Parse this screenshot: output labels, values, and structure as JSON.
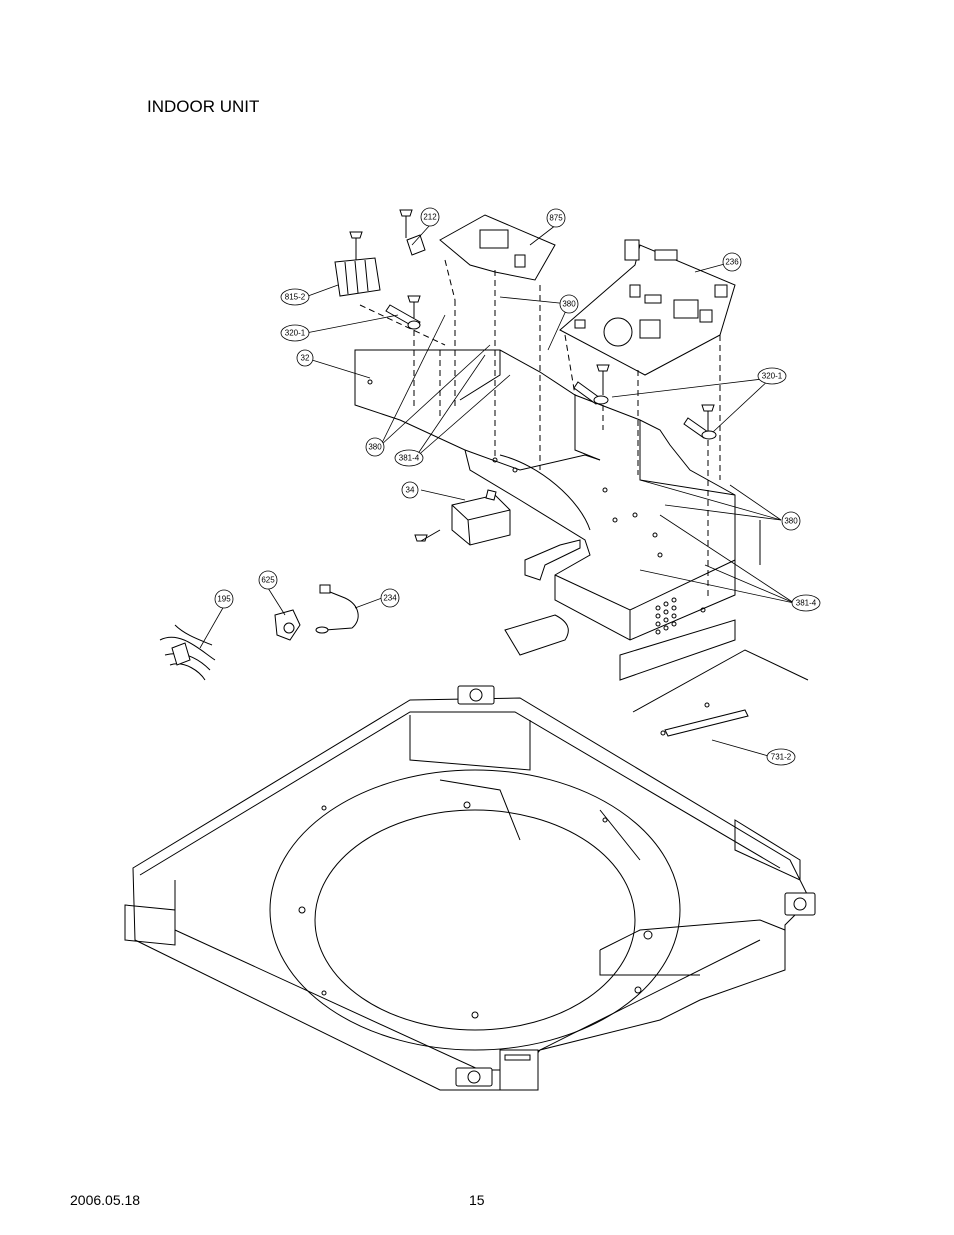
{
  "page": {
    "title": "INDOOR UNIT",
    "date": "2006.05.18",
    "page_number": "15"
  },
  "callouts": [
    {
      "id": "212",
      "label": "212"
    },
    {
      "id": "875",
      "label": "875"
    },
    {
      "id": "236",
      "label": "236"
    },
    {
      "id": "815-2",
      "label": "815-2"
    },
    {
      "id": "380a",
      "label": "380"
    },
    {
      "id": "320-1a",
      "label": "320-1"
    },
    {
      "id": "32",
      "label": "32"
    },
    {
      "id": "320-1b",
      "label": "320-1"
    },
    {
      "id": "380b",
      "label": "380"
    },
    {
      "id": "381-4a",
      "label": "381-4"
    },
    {
      "id": "34",
      "label": "34"
    },
    {
      "id": "380c",
      "label": "380"
    },
    {
      "id": "625",
      "label": "625"
    },
    {
      "id": "234",
      "label": "234"
    },
    {
      "id": "195",
      "label": "195"
    },
    {
      "id": "381-4b",
      "label": "381-4"
    },
    {
      "id": "731-2",
      "label": "731-2"
    }
  ]
}
